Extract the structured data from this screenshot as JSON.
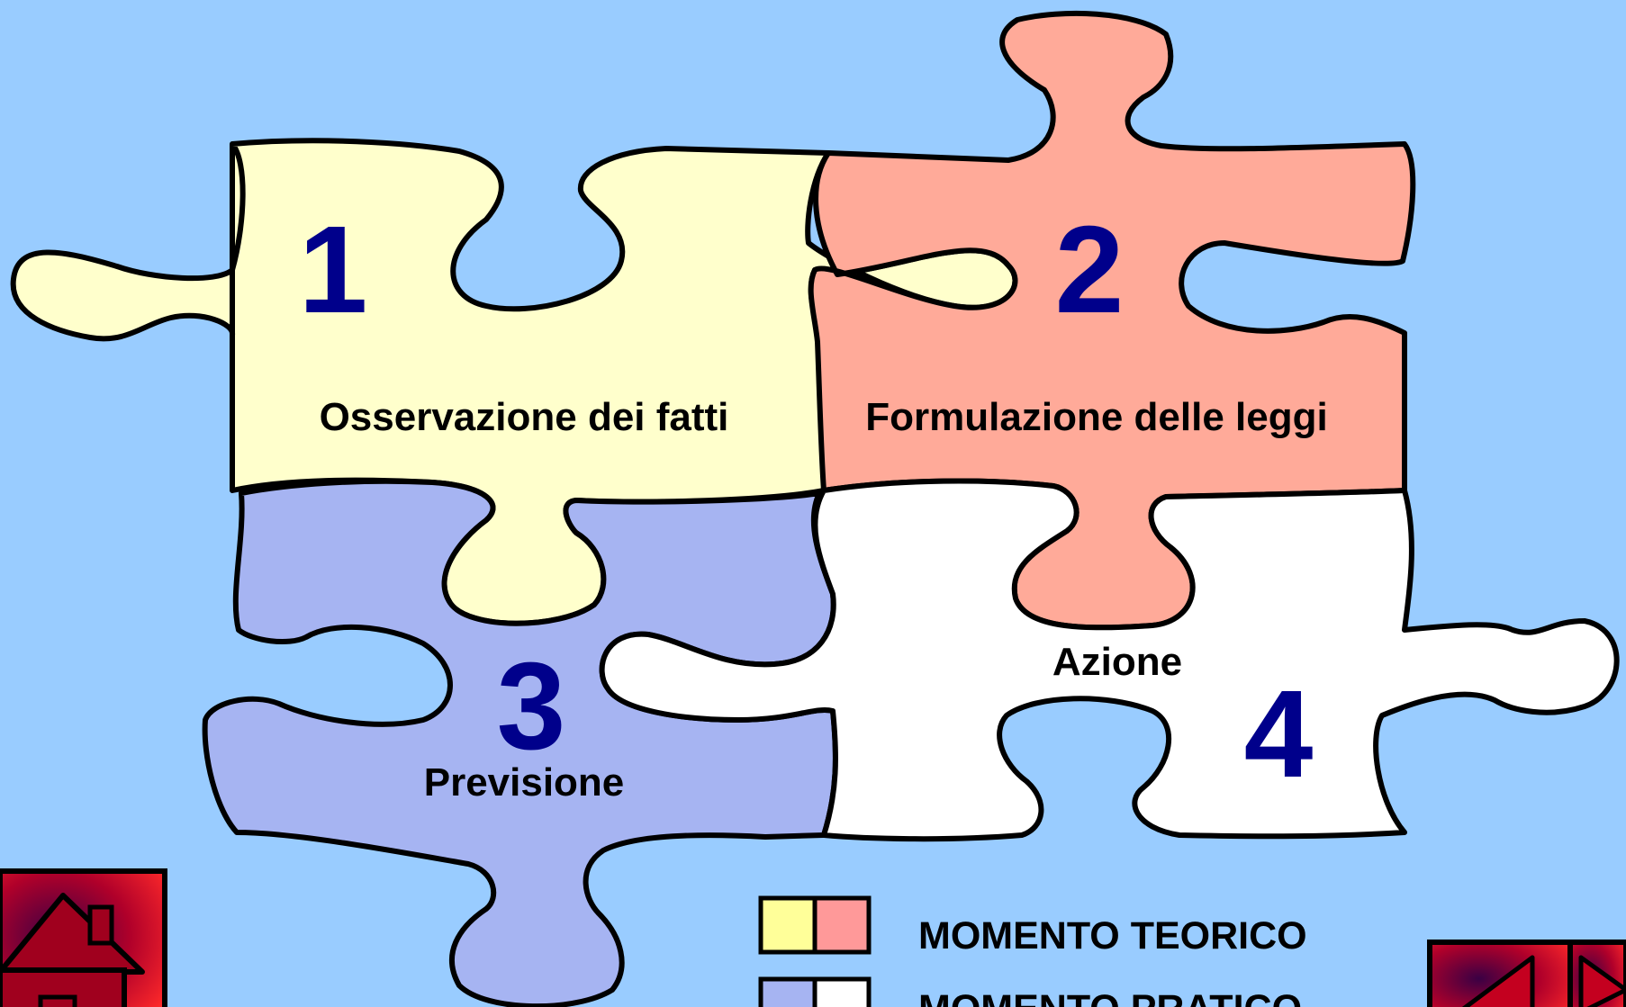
{
  "pieces": [
    {
      "number": "1",
      "label": "Osservazione dei fatti",
      "color": "#ffffcc"
    },
    {
      "number": "2",
      "label": "Formulazione delle leggi",
      "color": "#ffaa99"
    },
    {
      "number": "3",
      "label": "Previsione",
      "color": "#a6b4f2"
    },
    {
      "number": "4",
      "label": "Azione",
      "color": "#ffffff"
    }
  ],
  "legend": [
    {
      "label": "MOMENTO TEORICO",
      "colors": [
        "#ffff99",
        "#ff9999"
      ]
    },
    {
      "label": "MOMENTO PRATICO",
      "colors": [
        "#a6b4f2",
        "#ffffff"
      ]
    }
  ],
  "colors": {
    "background": "#99ccff",
    "number": "#00008b",
    "nav_button": "#cc0022"
  },
  "icons": {
    "home": "house-icon",
    "prev": "previous-triangle-icon",
    "next": "next-triangle-icon"
  }
}
